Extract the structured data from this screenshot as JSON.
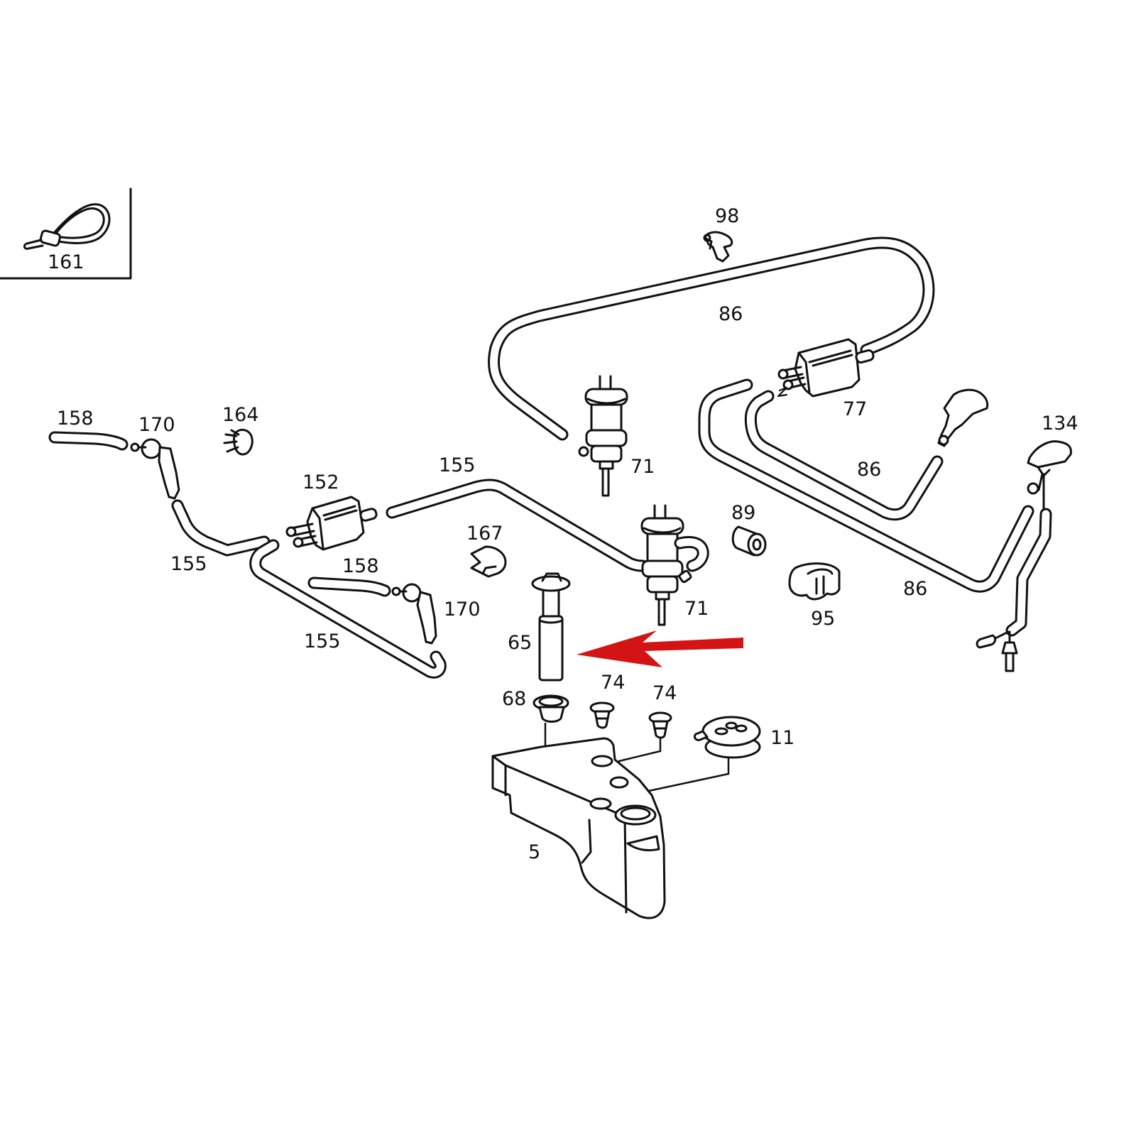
{
  "diagram": {
    "title": "Windshield / headlamp washer system exploded parts diagram",
    "arrow_color": "#d41414",
    "line_color": "#111111",
    "background": "#ffffff",
    "highlighted_part": "65",
    "inset": {
      "label": "161",
      "part": "cable-tie"
    },
    "parts": [
      {
        "id": "p98",
        "label": "98",
        "part": "hose-clip"
      },
      {
        "id": "p86a",
        "label": "86",
        "part": "washer-hose-upper-loop"
      },
      {
        "id": "p77",
        "label": "77",
        "part": "check-valve-distributor"
      },
      {
        "id": "p86b",
        "label": "86",
        "part": "washer-hose-middle"
      },
      {
        "id": "p86c",
        "label": "86",
        "part": "washer-hose-lower"
      },
      {
        "id": "p134",
        "label": "134",
        "part": "washer-nozzle-heated"
      },
      {
        "id": "p158a",
        "label": "158",
        "part": "short-hose-left"
      },
      {
        "id": "p170a",
        "label": "170",
        "part": "nozzle-left"
      },
      {
        "id": "p164",
        "label": "164",
        "part": "hose-clamp"
      },
      {
        "id": "p152",
        "label": "152",
        "part": "check-valve"
      },
      {
        "id": "p155a",
        "label": "155",
        "part": "hose-upper"
      },
      {
        "id": "p155b",
        "label": "155",
        "part": "hose-left-elbow"
      },
      {
        "id": "p155c",
        "label": "155",
        "part": "hose-left-long"
      },
      {
        "id": "p158b",
        "label": "158",
        "part": "short-hose-center"
      },
      {
        "id": "p170b",
        "label": "170",
        "part": "nozzle-center"
      },
      {
        "id": "p167",
        "label": "167",
        "part": "retaining-clip"
      },
      {
        "id": "p71a",
        "label": "71",
        "part": "washer-pump-upper"
      },
      {
        "id": "p71b",
        "label": "71",
        "part": "washer-pump-lower"
      },
      {
        "id": "p89",
        "label": "89",
        "part": "rubber-sleeve"
      },
      {
        "id": "p95",
        "label": "95",
        "part": "hose-holder"
      },
      {
        "id": "p65",
        "label": "65",
        "part": "level-sensor"
      },
      {
        "id": "p68",
        "label": "68",
        "part": "grommet-large"
      },
      {
        "id": "p74a",
        "label": "74",
        "part": "grommet-small"
      },
      {
        "id": "p74b",
        "label": "74",
        "part": "grommet-small"
      },
      {
        "id": "p11",
        "label": "11",
        "part": "filler-cap-with-seal"
      },
      {
        "id": "p5",
        "label": "5",
        "part": "washer-fluid-reservoir"
      }
    ]
  }
}
